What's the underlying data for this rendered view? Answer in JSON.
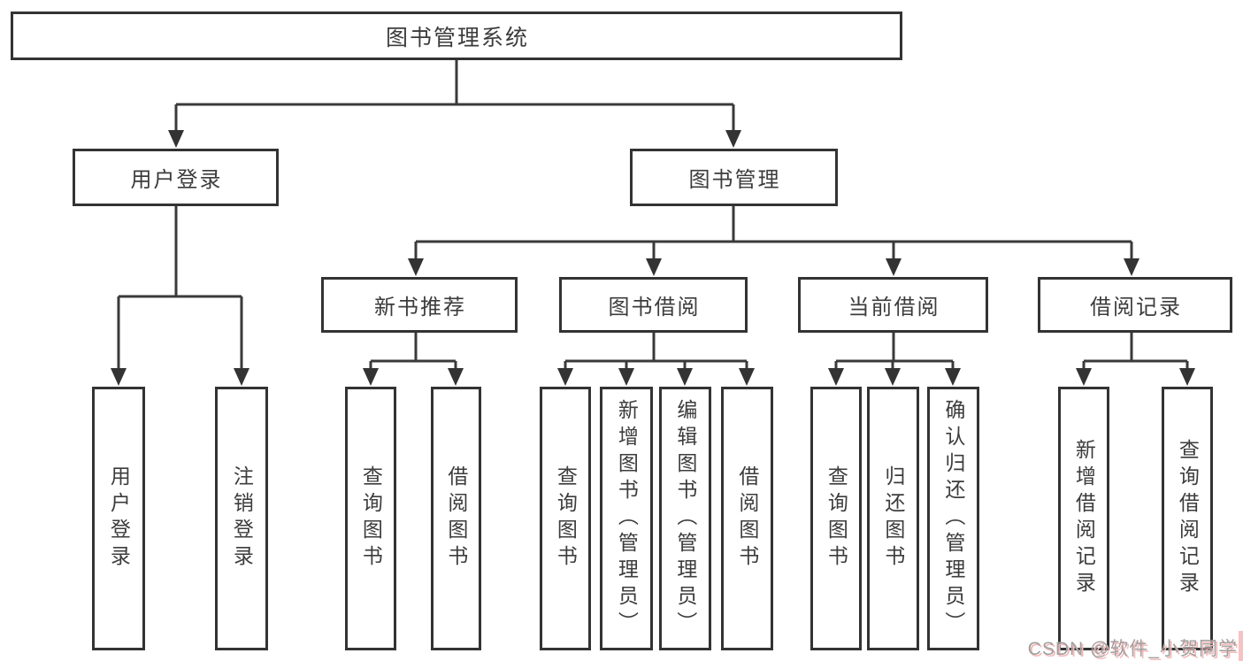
{
  "diagram": {
    "root": {
      "label": "图书管理系统"
    },
    "user_login": {
      "label": "用户登录",
      "children": {
        "login": {
          "label": "用户登录"
        },
        "logout": {
          "label": "注销登录"
        }
      }
    },
    "book_management": {
      "label": "图书管理",
      "children": {
        "new_book_recommendation": {
          "label": "新书推荐",
          "children": {
            "query_books": {
              "label": "查询图书"
            },
            "borrow_books": {
              "label": "借阅图书"
            }
          }
        },
        "book_borrowing": {
          "label": "图书借阅",
          "children": {
            "query_books": {
              "label": "查询图书"
            },
            "add_books_admin": {
              "label": "新增图书（管理员）"
            },
            "edit_books_admin": {
              "label": "编辑图书（管理员）"
            },
            "borrow_books": {
              "label": "借阅图书"
            }
          }
        },
        "current_borrowing": {
          "label": "当前借阅",
          "children": {
            "query_books": {
              "label": "查询图书"
            },
            "return_books": {
              "label": "归还图书"
            },
            "confirm_return_admin": {
              "label": "确认归还（管理员）"
            }
          }
        },
        "borrowing_records": {
          "label": "借阅记录",
          "children": {
            "add_borrow_record": {
              "label": "新增借阅记录"
            },
            "query_borrow_record": {
              "label": "查询借阅记录"
            }
          }
        }
      }
    }
  },
  "watermark": {
    "label": "CSDN @软件_小贺同学"
  },
  "colors": {
    "line": "#3a3a3a",
    "box_border": "#333333",
    "text": "#3c3c3c",
    "background": "#ffffff",
    "watermark_text": "#a0a0a0",
    "watermark_shadow": "#f5b8b8",
    "edge_strip": "#f6c3c3"
  }
}
